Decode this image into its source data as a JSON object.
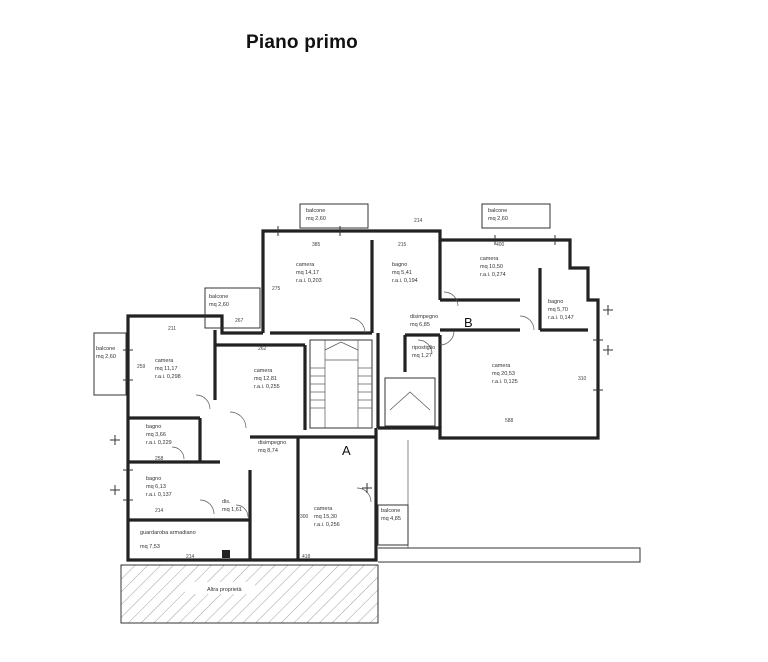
{
  "title": "Piano primo",
  "unit_labels": {
    "A": "A",
    "B": "B"
  },
  "rooms": [
    {
      "id": "camera-1",
      "name": "camera",
      "area": "mq 14,17",
      "ratio": "r.a.i. 0,203"
    },
    {
      "id": "bagno-1",
      "name": "bagno",
      "area": "mq 5,41",
      "ratio": "r.a.i. 0,194"
    },
    {
      "id": "camera-2",
      "name": "camera",
      "area": "mq 10,50",
      "ratio": "r.a.i. 0,274"
    },
    {
      "id": "bagno-2",
      "name": "bagno",
      "area": "mq 5,70",
      "ratio": "r.a.i. 0,147"
    },
    {
      "id": "disimpegno-1",
      "name": "disimpegno",
      "area": "mq 6,85",
      "ratio": ""
    },
    {
      "id": "ripostiglio",
      "name": "ripostiglio",
      "area": "mq 1,27",
      "ratio": ""
    },
    {
      "id": "camera-3",
      "name": "camera",
      "area": "mq 20,53",
      "ratio": "r.a.i. 0,125"
    },
    {
      "id": "camera-4",
      "name": "camera",
      "area": "mq 11,17",
      "ratio": "r.a.i. 0,298"
    },
    {
      "id": "camera-5",
      "name": "camera",
      "area": "mq 12,81",
      "ratio": "r.a.i. 0,255"
    },
    {
      "id": "bagno-3",
      "name": "bagno",
      "area": "mq 3,66",
      "ratio": "r.a.i. 0,229"
    },
    {
      "id": "disimpegno-2",
      "name": "disimpegno",
      "area": "mq 8,74",
      "ratio": ""
    },
    {
      "id": "bagno-4",
      "name": "bagno",
      "area": "mq 6,13",
      "ratio": "r.a.i. 0,137"
    },
    {
      "id": "disimpegno-3",
      "name": "dis.",
      "area": "mq 1,61",
      "ratio": ""
    },
    {
      "id": "camera-6",
      "name": "camera",
      "area": "mq 15,30",
      "ratio": "r.a.i. 0,256"
    },
    {
      "id": "guardaroba",
      "name": "guardaroba armadiano",
      "area": "mq 7,53",
      "ratio": ""
    }
  ],
  "balconies": [
    {
      "id": "balcone-1",
      "name": "balcone",
      "area": "mq 2,60"
    },
    {
      "id": "balcone-2",
      "name": "balcone",
      "area": "mq 2,60"
    },
    {
      "id": "balcone-3",
      "name": "balcone",
      "area": "mq 2,60"
    },
    {
      "id": "balcone-4",
      "name": "balcone",
      "area": "mq 2,60"
    },
    {
      "id": "balcone-5",
      "name": "balcone",
      "area": "mq 4,85"
    }
  ],
  "other_labels": {
    "altra_proprieta": "Altra proprietà"
  },
  "dimensions": [
    "385",
    "215",
    "214",
    "400",
    "275",
    "262",
    "211",
    "267",
    "588",
    "310",
    "259",
    "258",
    "214",
    "300",
    "418",
    "214"
  ]
}
